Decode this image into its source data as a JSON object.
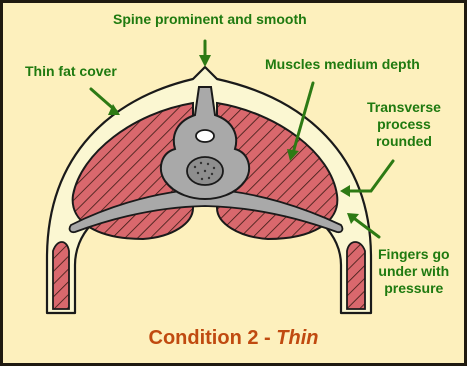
{
  "labels": {
    "spine": "Spine prominent and smooth",
    "fat": "Thin fat cover",
    "muscles": "Muscles medium depth",
    "transverse_line1": "Transverse",
    "transverse_line2": "process",
    "transverse_line3": "rounded",
    "fingers_line1": "Fingers go",
    "fingers_line2": "under with",
    "fingers_line3": "pressure"
  },
  "condition": {
    "prefix": "Condition 2 - ",
    "emphasis": "Thin"
  },
  "colors": {
    "background": "#fdf0bd",
    "fat_cover": "#fbf7d2",
    "muscle": "#d9686d",
    "bone": "#a9a9a9",
    "label_green": "#1f7a10",
    "title_orange": "#c04a10",
    "arrow_green": "#2d7a14"
  }
}
